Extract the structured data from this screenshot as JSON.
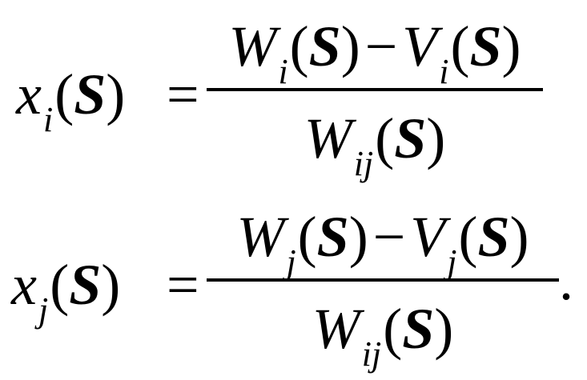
{
  "equation1": {
    "lhs_var": "x",
    "lhs_sub": "i",
    "arg": "S",
    "equals": "=",
    "numerator": {
      "term1_var": "W",
      "term1_sub": "i",
      "minus": "−",
      "term2_var": "V",
      "term2_sub": "i"
    },
    "denominator": {
      "var": "W",
      "sub": "ij"
    }
  },
  "equation2": {
    "lhs_var": "x",
    "lhs_sub": "j",
    "arg": "S",
    "equals": "=",
    "numerator": {
      "term1_var": "W",
      "term1_sub": "j",
      "minus": "−",
      "term2_var": "V",
      "term2_sub": "j"
    },
    "denominator": {
      "var": "W",
      "sub": "ij"
    },
    "period": "."
  },
  "paren_open": "(",
  "paren_close": ")"
}
